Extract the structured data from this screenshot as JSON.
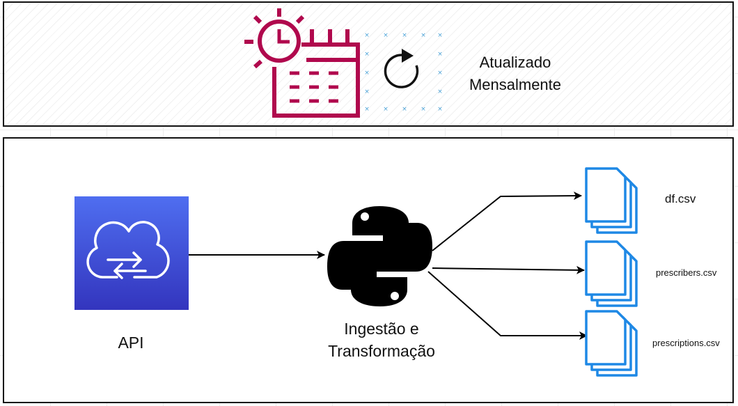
{
  "schedule": {
    "label_line1": "Atualizado",
    "label_line2": "Mensalmente"
  },
  "api": {
    "label": "API"
  },
  "process": {
    "label_line1": "Ingestão e",
    "label_line2": "Transformação"
  },
  "outputs": [
    {
      "label": "df.csv"
    },
    {
      "label": "prescribers.csv"
    },
    {
      "label": "prescriptions.csv"
    }
  ],
  "colors": {
    "calendar": "#B0084D",
    "api_gradient_top": "#4F6EF0",
    "api_gradient_bottom": "#3335BE",
    "file_blue": "#1E88E5",
    "dots_blue": "#4BA3D8"
  },
  "icons": {
    "schedule": "calendar-clock-icon",
    "refresh": "refresh-icon",
    "api": "cloud-sync-icon",
    "process": "python-logo-icon",
    "file": "files-icon"
  }
}
